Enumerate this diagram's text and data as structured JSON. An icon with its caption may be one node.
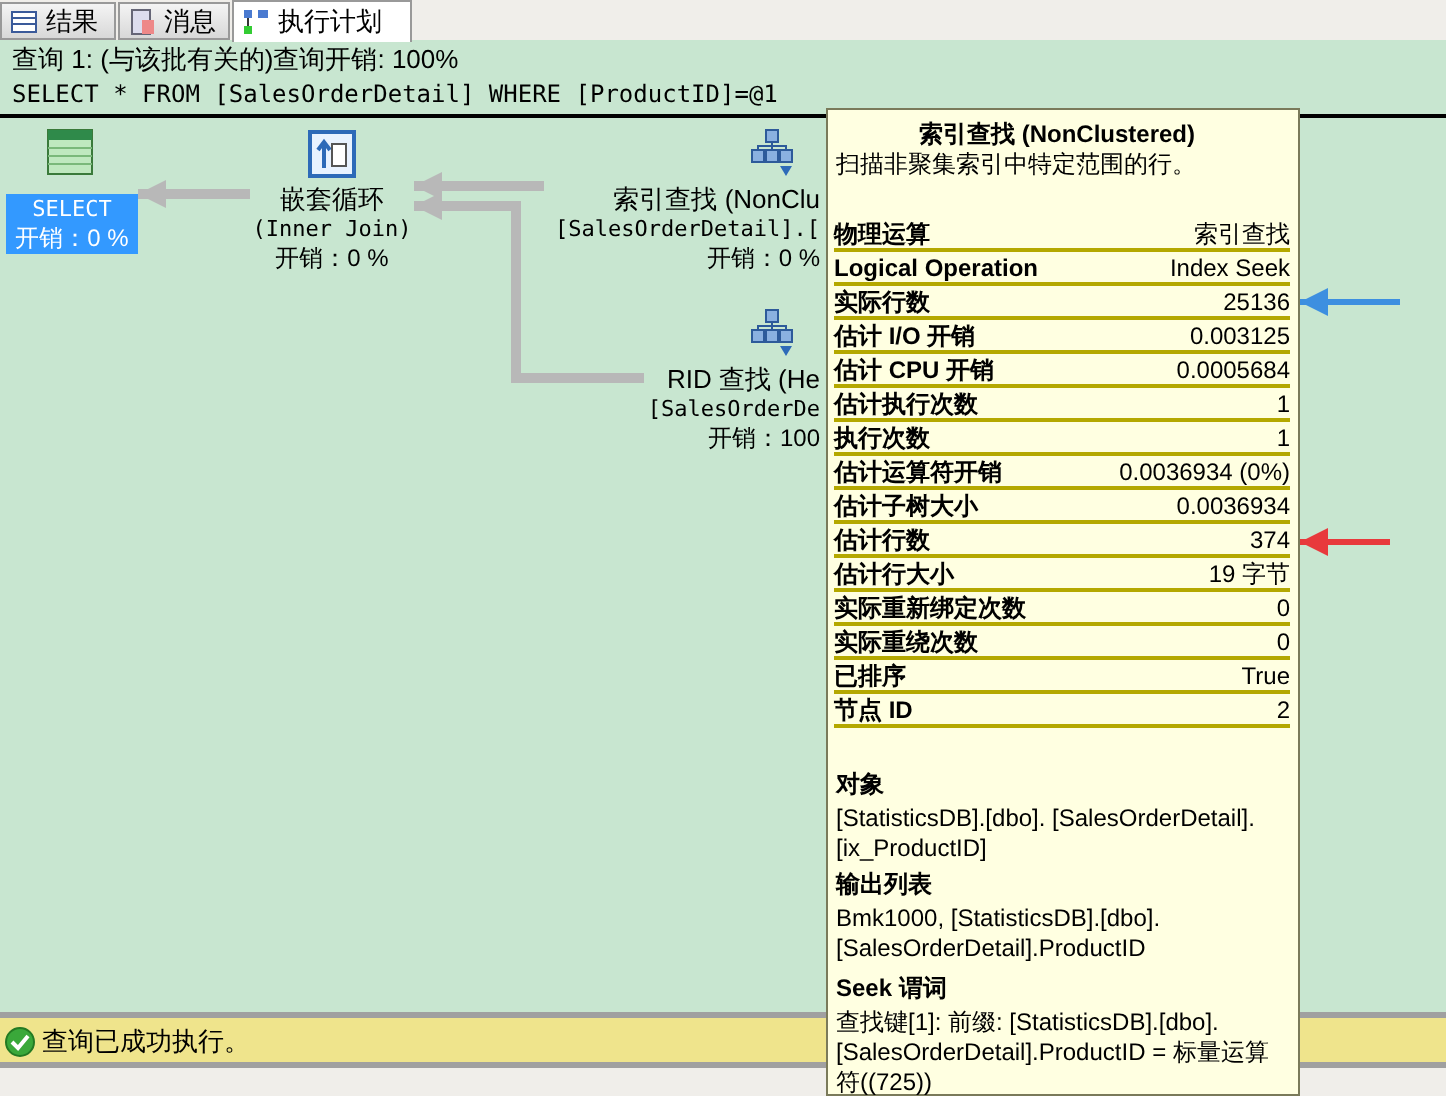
{
  "diagram": {
    "nodes": [
      {
        "text": [
          "SELECT",
          "开销：0 %"
        ]
      },
      {
        "text": [
          "嵌套循环",
          "(Inner Join)",
          "开销：0 %"
        ]
      },
      {
        "text": [
          "索引查找 (NonClu",
          "[SalesOrderDetail].[",
          "开销：0 %"
        ]
      },
      {
        "text": [
          "RID 查找 (He",
          "[SalesOrderDe",
          "开销：100"
        ]
      },
      {
        "text": [
          "索引查找 (NonClustered)",
          "扫描非聚集索引中特定范围的行。",
          "对象",
          "[StatisticsDB].[dbo]. [SalesOrderDetail].[ix_ProductID]",
          "输出列表",
          "Bmk1000, [StatisticsDB].[dbo]. [SalesOrderDetail].ProductID",
          "Seek 谓词",
          "查找键[1]: 前缀: [StatisticsDB].[dbo]. [SalesOrderDetail].ProductID = 标量运算符((725))"
        ]
      }
    ],
    "edges": [
      {
        "from": 1,
        "to": 0,
        "arrow": "to"
      },
      {
        "from": 2,
        "to": 1,
        "arrow": "to"
      },
      {
        "from": 3,
        "to": 1,
        "arrow": "to"
      },
      {
        "from": null,
        "to": 4,
        "arrow": "to",
        "color": "#3d8fe0"
      },
      {
        "from": null,
        "to": 4,
        "arrow": "to",
        "color": "#e8393c"
      }
    ],
    "labels": [
      "结果",
      "消息",
      "执行计划",
      "查询 1: (与该批有关的)查询开销: 100%",
      "SELECT * FROM [SalesOrderDetail] WHERE [ProductID]=@1",
      "物理运算",
      "索引查找",
      "Logical Operation",
      "Index Seek",
      "实际行数",
      "25136",
      "估计 I/O 开销",
      "0.003125",
      "估计 CPU 开销",
      "0.0005684",
      "估计执行次数",
      "1",
      "执行次数",
      "1",
      "估计运算符开销",
      "0.0036934 (0%)",
      "估计子树大小",
      "0.0036934",
      "估计行数",
      "374",
      "估计行大小",
      "19 字节",
      "实际重新绑定次数",
      "0",
      "实际重绕次数",
      "0",
      "已排序",
      "True",
      "节点 ID",
      "2",
      "查询已成功执行。"
    ]
  }
}
